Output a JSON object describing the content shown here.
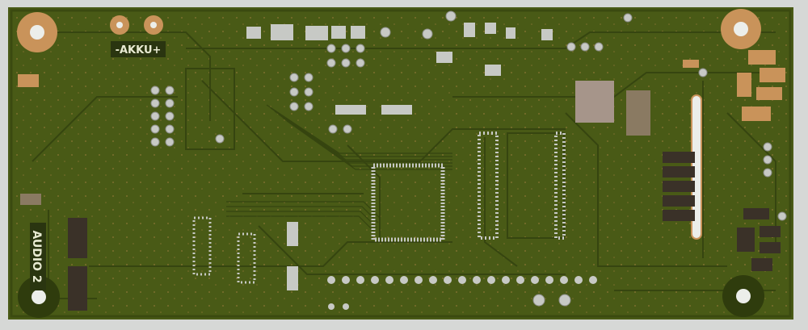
{
  "photo": {
    "subject": "printed-circuit-board",
    "colors": {
      "background": "#d6d8d6",
      "board": "#495a16",
      "board_edge": "#3b4a10",
      "trace": "#364510",
      "copper": "#c9935a",
      "tin": "#c7c9c5",
      "silkscreen": "#e8ead2"
    }
  },
  "silkscreen": {
    "akku": "-AKKU+",
    "audio": "AUDIO 2"
  }
}
